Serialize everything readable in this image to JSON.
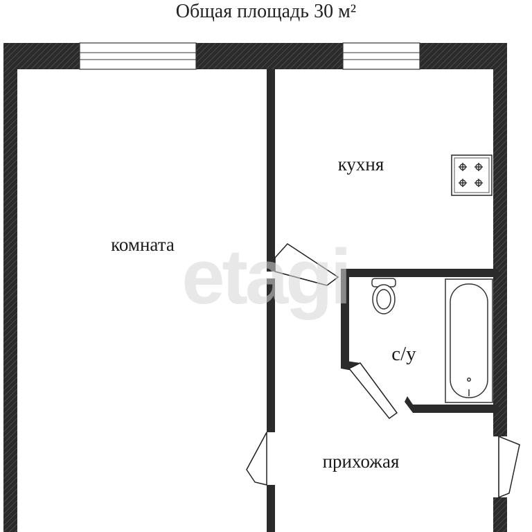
{
  "plan": {
    "title": "Общая площадь 30 м²",
    "rooms": {
      "room": "комната",
      "kitchen": "кухня",
      "bathroom": "с/у",
      "hallway": "прихожая"
    },
    "watermark": "etagi"
  },
  "colors": {
    "wall": "#2b2b2b",
    "wall_hatch": "#4a4a4a",
    "fixture": "#333333",
    "background": "#ffffff"
  }
}
